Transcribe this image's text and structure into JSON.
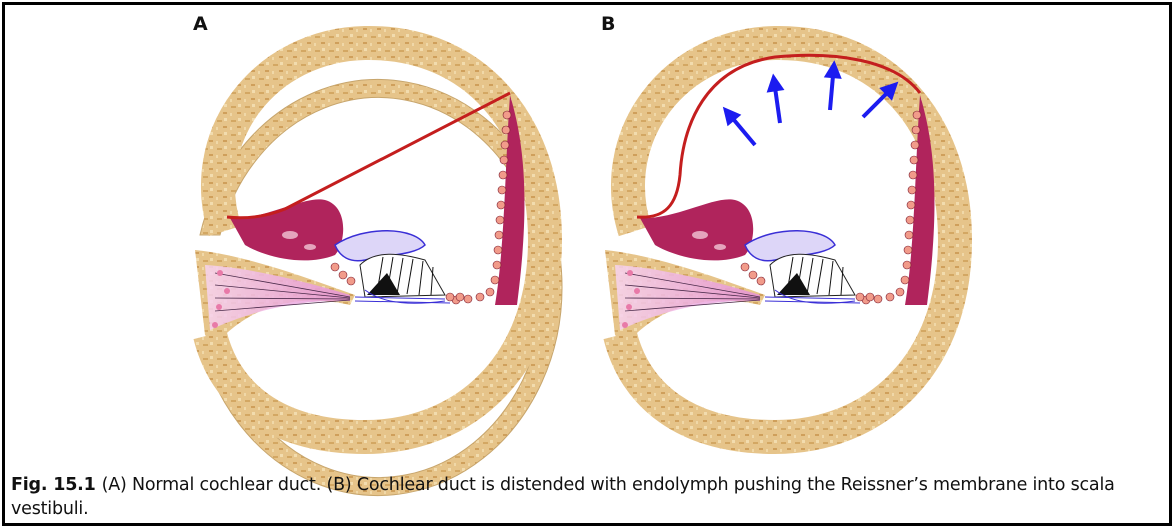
{
  "panels": [
    {
      "label": "A"
    },
    {
      "label": "B"
    }
  ],
  "caption": {
    "figure_number": "Fig. 15.1",
    "text": "(A) Normal cochlear duct. (B) Cochlear duct is distended with endolymph pushing the Reissner’s membrane into scala vestibuli."
  },
  "colors": {
    "bone": "#e8c98e",
    "bone_dark": "#c99a55",
    "stria": "#b0245c",
    "reissner_membrane": "#c41e1e",
    "tectorial_membrane": "#3a2fd6",
    "arrow": "#1c1cf0",
    "nerve": "#f2b6e6"
  },
  "icons": [
    "cochlear-duct-diagram",
    "arrow-up-icon"
  ]
}
